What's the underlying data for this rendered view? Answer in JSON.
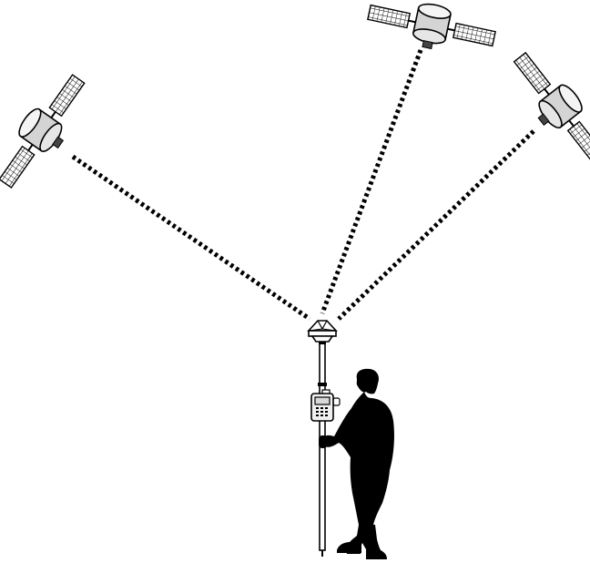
{
  "diagram": {
    "theme": {
      "background": "#ffffff",
      "ink": "#000000",
      "body_light": "#f4f4f4",
      "body_shade": "#d4d4d4"
    },
    "satellites": [
      {
        "id": "left",
        "icon": "satellite-icon"
      },
      {
        "id": "top",
        "icon": "satellite-icon"
      },
      {
        "id": "right",
        "icon": "satellite-icon"
      }
    ],
    "signal_lines": {
      "count": 3,
      "style": "dotted"
    },
    "receiver": {
      "antenna_icon": "gnss-antenna-icon",
      "controller_icon": "data-collector-icon",
      "pole_icon": "survey-pole-icon"
    },
    "surveyor": {
      "icon": "surveyor-silhouette-icon"
    }
  }
}
